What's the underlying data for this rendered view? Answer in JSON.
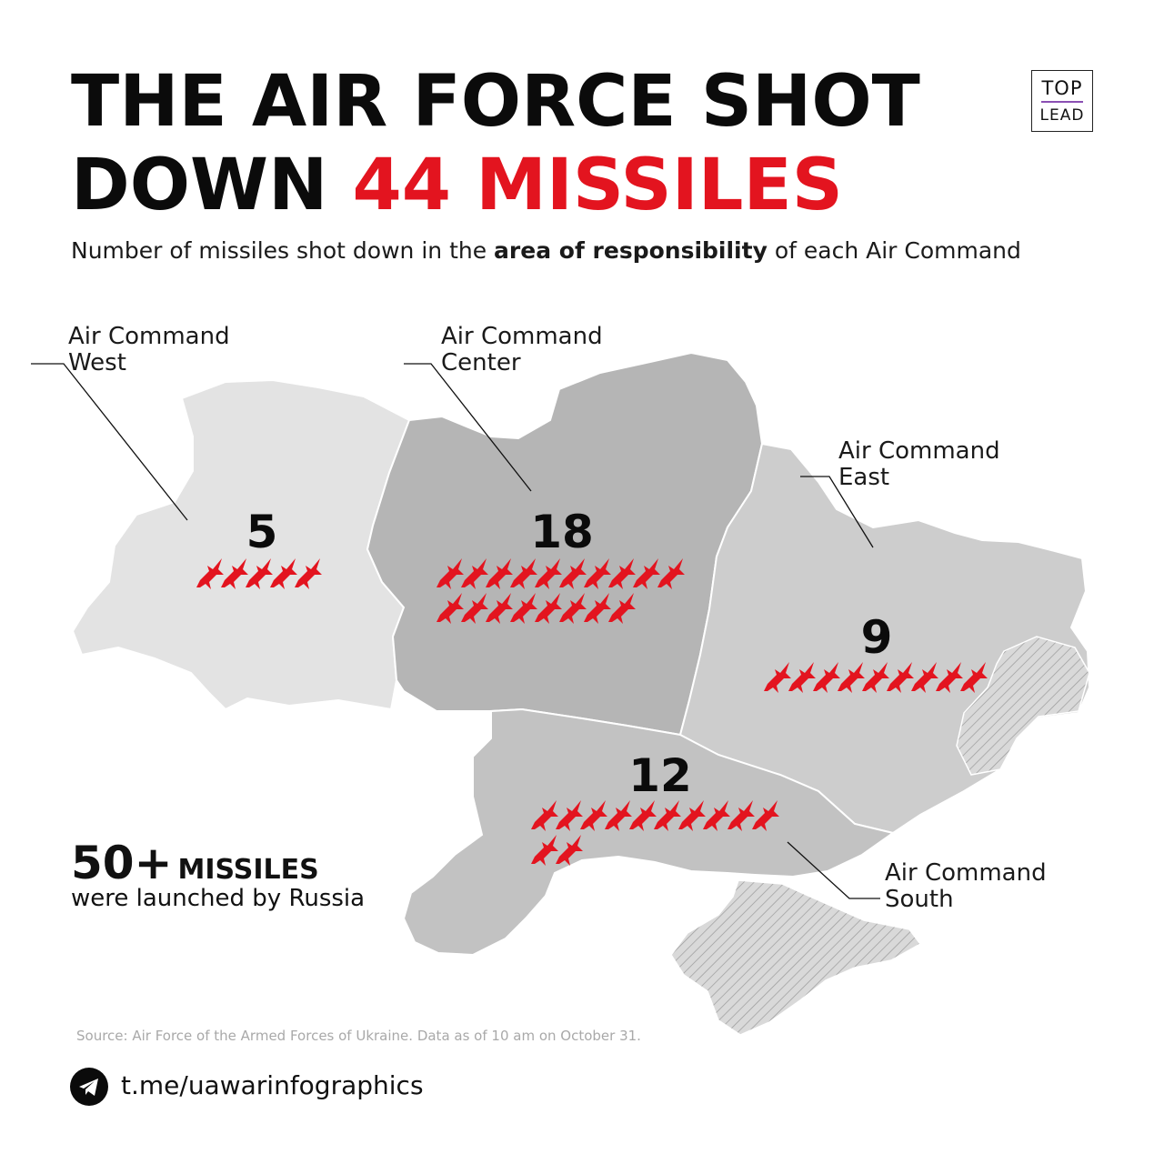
{
  "title": {
    "line1": "THE AIR FORCE SHOT",
    "line2_prefix": "DOWN",
    "line2_accent": "44 MISSILES"
  },
  "logo": {
    "top": "TOP",
    "bottom": "LEAD"
  },
  "subtitle": {
    "before": "Number of missiles shot down in the",
    "bold": "area of responsibility",
    "after": "of each Air Command"
  },
  "commands": [
    {
      "label_line1": "Air Command",
      "label_line2": "West",
      "count": "5",
      "missiles": 5
    },
    {
      "label_line1": "Air Command",
      "label_line2": "Center",
      "count": "18",
      "missiles": 18
    },
    {
      "label_line1": "Air Command",
      "label_line2": "East",
      "count": "9",
      "missiles": 9
    },
    {
      "label_line1": "Air Command",
      "label_line2": "South",
      "count": "12",
      "missiles": 12
    }
  ],
  "total": {
    "number": "50+",
    "unit": "MISSILES",
    "text": "were launched by Russia"
  },
  "source": "Source: Air Force of the Armed Forces of Ukraine. Data as of 10 am on October 31.",
  "footer": {
    "icon": "telegram-icon",
    "link": "t.me/uawarinfographics"
  },
  "colors": {
    "accent": "#e3141f",
    "west": "#e3e3e3",
    "center": "#b5b5b5",
    "east": "#cdcdcd",
    "south": "#c2c2c2",
    "occupied": "#d6d6d6"
  }
}
